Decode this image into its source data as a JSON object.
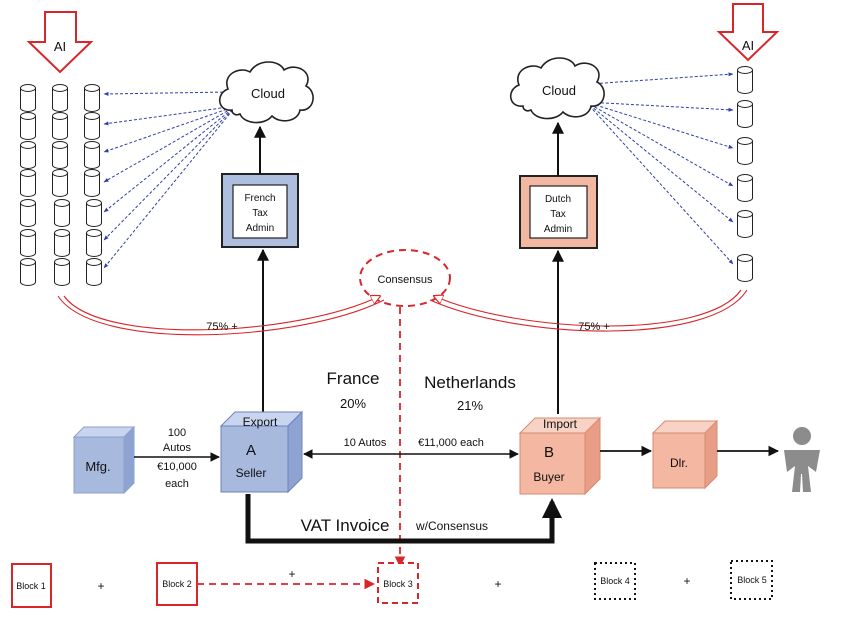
{
  "ai_labels": {
    "left": "AI",
    "right": "AI"
  },
  "clouds": {
    "left": "Cloud",
    "right": "Cloud"
  },
  "tax_admins": {
    "french": [
      "French",
      "Tax",
      "Admin"
    ],
    "dutch": [
      "Dutch",
      "Tax",
      "Admin"
    ]
  },
  "consensus": "Consensus",
  "thresholds": {
    "left": "75% +",
    "right": "75% +"
  },
  "countries": {
    "france": {
      "name": "France",
      "rate": "20%"
    },
    "netherlands": {
      "name": "Netherlands",
      "rate": "21%"
    }
  },
  "parties": {
    "mfg": "Mfg.",
    "seller": {
      "tag": "Export",
      "letter": "A",
      "role": "Seller"
    },
    "buyer": {
      "tag": "Import",
      "letter": "B",
      "role": "Buyer"
    },
    "dealer": "Dlr."
  },
  "flows": {
    "mfg_to_seller": [
      "100",
      "Autos",
      "€10,000",
      "each"
    ],
    "trade_quantity": "10 Autos",
    "trade_price": "€11,000 each"
  },
  "vat_invoice": {
    "title": "VAT Invoice",
    "suffix": "w/Consensus"
  },
  "blocks": [
    "Block 1",
    "Block 2",
    "Block 3",
    "Block 4",
    "Block 5"
  ],
  "plus_signs": [
    "+",
    "+",
    "+",
    "+"
  ],
  "colors": {
    "red": "#d9262b",
    "blue_arrow": "#2f3fa6",
    "french_fill": "#aebedf",
    "dutch_fill": "#f2b8a2",
    "cube_blue": "#a8b9de",
    "cube_salmon": "#f4b7a1",
    "person": "#8c8c8c"
  }
}
